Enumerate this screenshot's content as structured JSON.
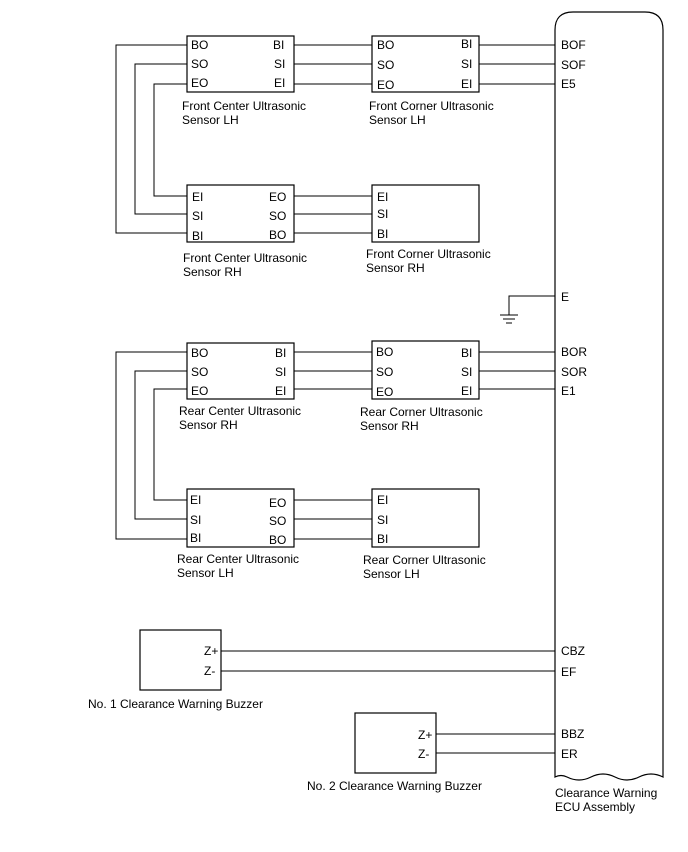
{
  "ecu": {
    "caption_line1": "Clearance Warning",
    "caption_line2": "ECU Assembly",
    "pins": {
      "bof": "BOF",
      "sof": "SOF",
      "e5": "E5",
      "e": "E",
      "bor": "BOR",
      "sor": "SOR",
      "e1": "E1",
      "cbz": "CBZ",
      "ef": "EF",
      "bbz": "BBZ",
      "er": "ER"
    }
  },
  "sensors": {
    "front_center_lh": {
      "line1": "Front Center Ultrasonic",
      "line2": "Sensor LH",
      "pins": {
        "bo": "BO",
        "so": "SO",
        "eo": "EO",
        "bi": "BI",
        "si": "SI",
        "ei": "EI"
      }
    },
    "front_corner_lh": {
      "line1": "Front Corner Ultrasonic",
      "line2": "Sensor LH",
      "pins": {
        "bo": "BO",
        "so": "SO",
        "eo": "EO",
        "bi": "BI",
        "si": "SI",
        "ei": "EI"
      }
    },
    "front_center_rh": {
      "line1": "Front Center Ultrasonic",
      "line2": "Sensor RH",
      "pins": {
        "ei": "EI",
        "si": "SI",
        "bi": "BI",
        "eo": "EO",
        "so": "SO",
        "bo": "BO"
      }
    },
    "front_corner_rh": {
      "line1": "Front Corner Ultrasonic",
      "line2": "Sensor RH",
      "pins": {
        "ei": "EI",
        "si": "SI",
        "bi": "BI"
      }
    },
    "rear_center_rh": {
      "line1": "Rear Center Ultrasonic",
      "line2": "Sensor RH",
      "pins": {
        "bo": "BO",
        "so": "SO",
        "eo": "EO",
        "bi": "BI",
        "si": "SI",
        "ei": "EI"
      }
    },
    "rear_corner_rh": {
      "line1": "Rear Corner Ultrasonic",
      "line2": "Sensor RH",
      "pins": {
        "bo": "BO",
        "so": "SO",
        "eo": "EO",
        "bi": "BI",
        "si": "SI",
        "ei": "EI"
      }
    },
    "rear_center_lh": {
      "line1": "Rear Center Ultrasonic",
      "line2": "Sensor LH",
      "pins": {
        "ei": "EI",
        "si": "SI",
        "bi": "BI",
        "eo": "EO",
        "so": "SO",
        "bo": "BO"
      }
    },
    "rear_corner_lh": {
      "line1": "Rear Corner Ultrasonic",
      "line2": "Sensor LH",
      "pins": {
        "ei": "EI",
        "si": "SI",
        "bi": "BI"
      }
    }
  },
  "buzzers": {
    "no1": {
      "label": "No. 1 Clearance Warning Buzzer",
      "pin_plus": "Z+",
      "pin_minus": "Z-"
    },
    "no2": {
      "label": "No. 2 Clearance Warning Buzzer",
      "pin_plus": "Z+",
      "pin_minus": "Z-"
    }
  }
}
